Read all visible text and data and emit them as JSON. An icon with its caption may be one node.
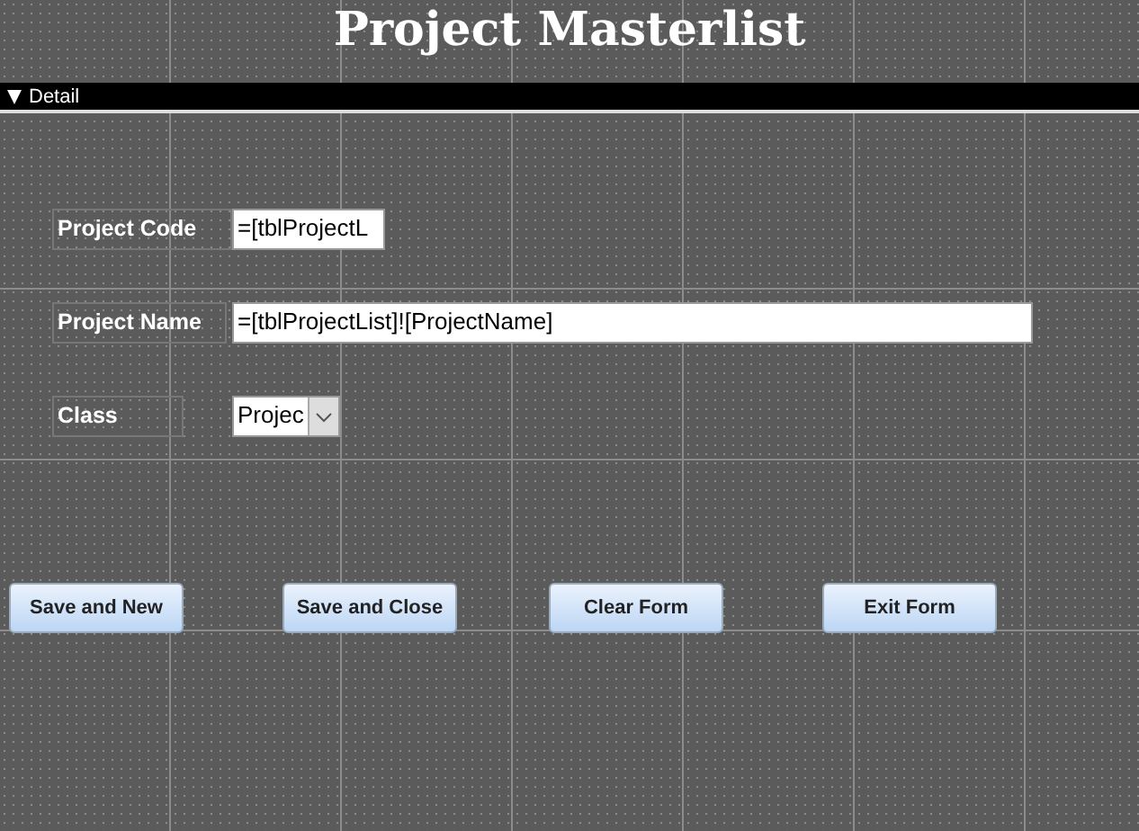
{
  "diagram": {
    "title": "Project Masterlist",
    "labels": [
      "Detail",
      "Project Code",
      "=[tblProjectL",
      "Project Name",
      "=[tblProjectList]![ProjectName]",
      "Class",
      "Projec",
      "Save and New",
      "Save and Close",
      "Clear Form",
      "Exit Form"
    ]
  }
}
